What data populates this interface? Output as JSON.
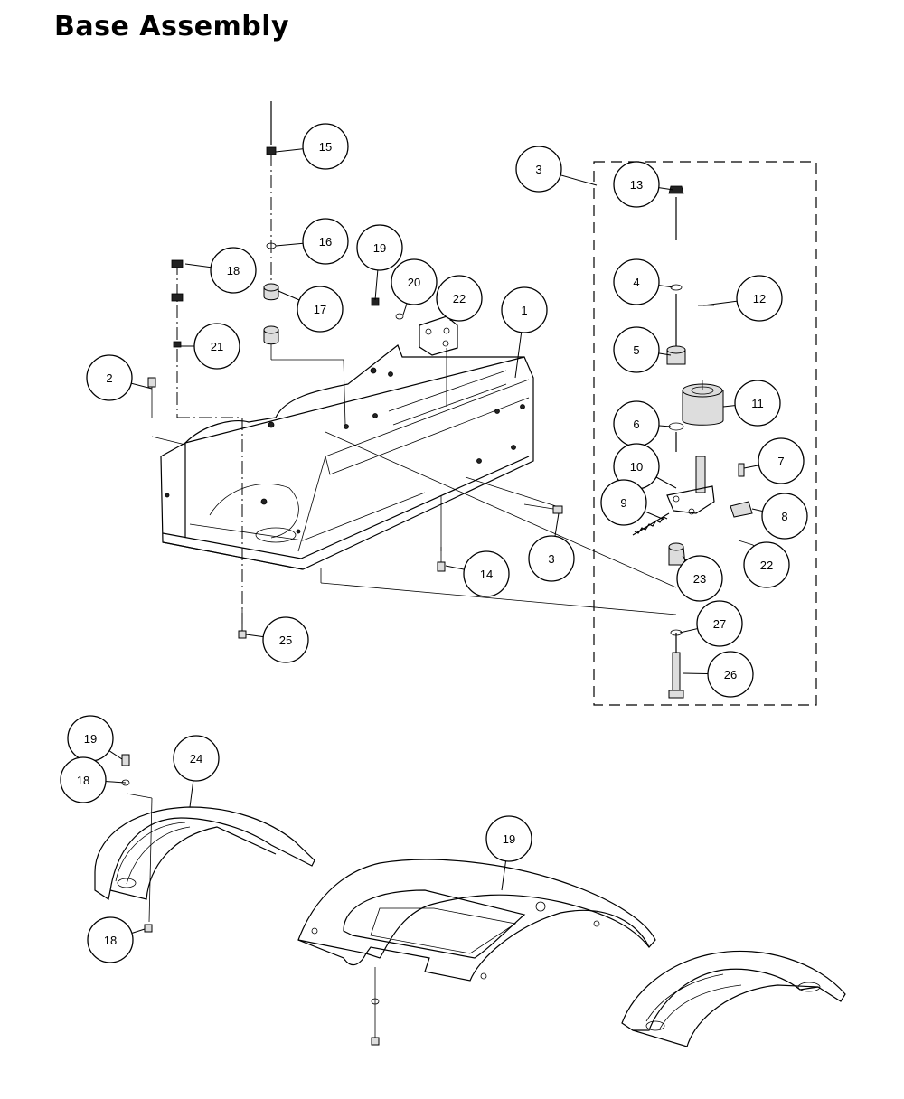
{
  "title": "Base Assembly",
  "callouts": [
    "15",
    "16",
    "18",
    "19",
    "17",
    "20",
    "21",
    "22",
    "1",
    "2",
    "3",
    "13",
    "4",
    "12",
    "5",
    "11",
    "6",
    "7",
    "10",
    "9",
    "8",
    "22",
    "23",
    "3",
    "14",
    "27",
    "26",
    "25",
    "19",
    "24",
    "18",
    "19",
    "18"
  ]
}
